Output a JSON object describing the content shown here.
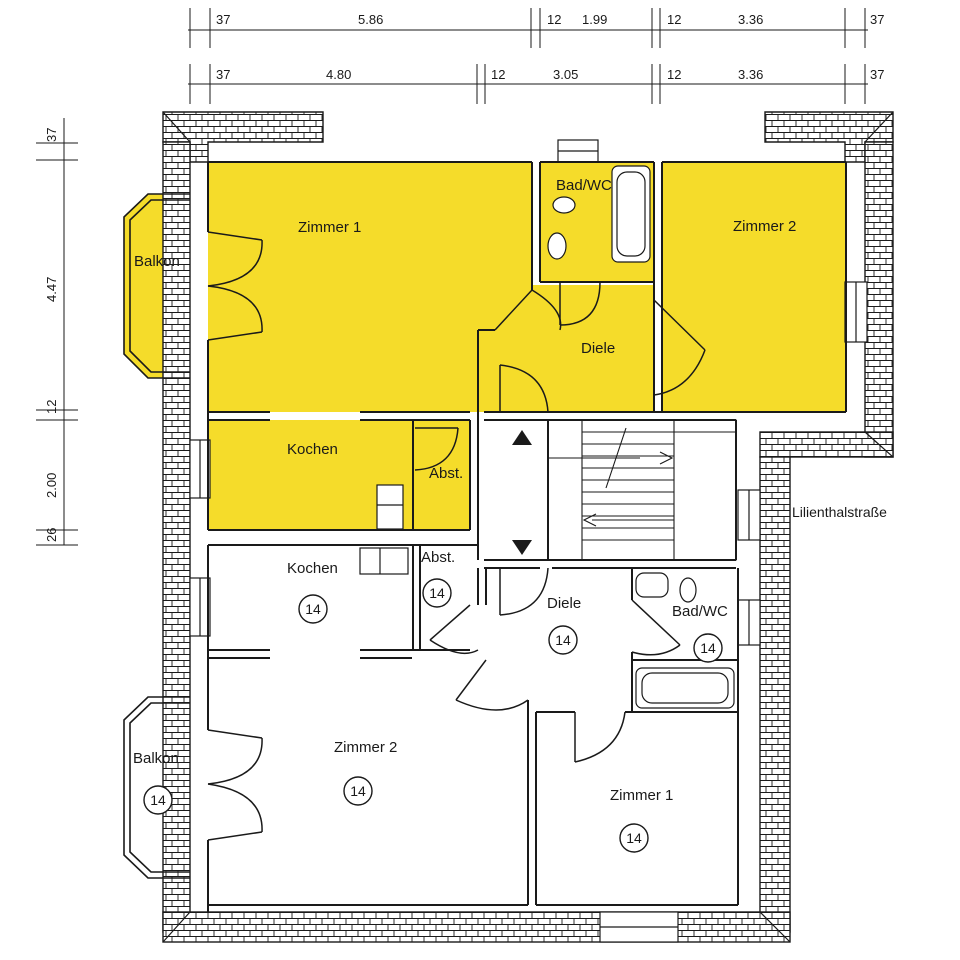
{
  "colors": {
    "highlight": "#f5dc2a",
    "line": "#1a1a1a",
    "paper": "#ffffff"
  },
  "dimensions": {
    "top_row_1": [
      "37",
      "5.86",
      "12",
      "1.99",
      "12",
      "3.36",
      "37"
    ],
    "top_row_2": [
      "37",
      "4.80",
      "12",
      "3.05",
      "12",
      "3.36",
      "37"
    ],
    "left_col": [
      "37",
      "4.47",
      "12",
      "2.00",
      "26"
    ]
  },
  "street": "Lilienthalstraße",
  "upper_unit": {
    "balkon": "Balkon",
    "zimmer1": "Zimmer 1",
    "zimmer2": "Zimmer 2",
    "bad": "Bad/WC",
    "diele": "Diele",
    "kochen": "Kochen",
    "abst": "Abst."
  },
  "lower_unit": {
    "kochen": "Kochen",
    "abst": "Abst.",
    "diele": "Diele",
    "bad": "Bad/WC",
    "zimmer2": "Zimmer 2",
    "zimmer1": "Zimmer 1",
    "balkon": "Balkon",
    "marker": "14"
  }
}
